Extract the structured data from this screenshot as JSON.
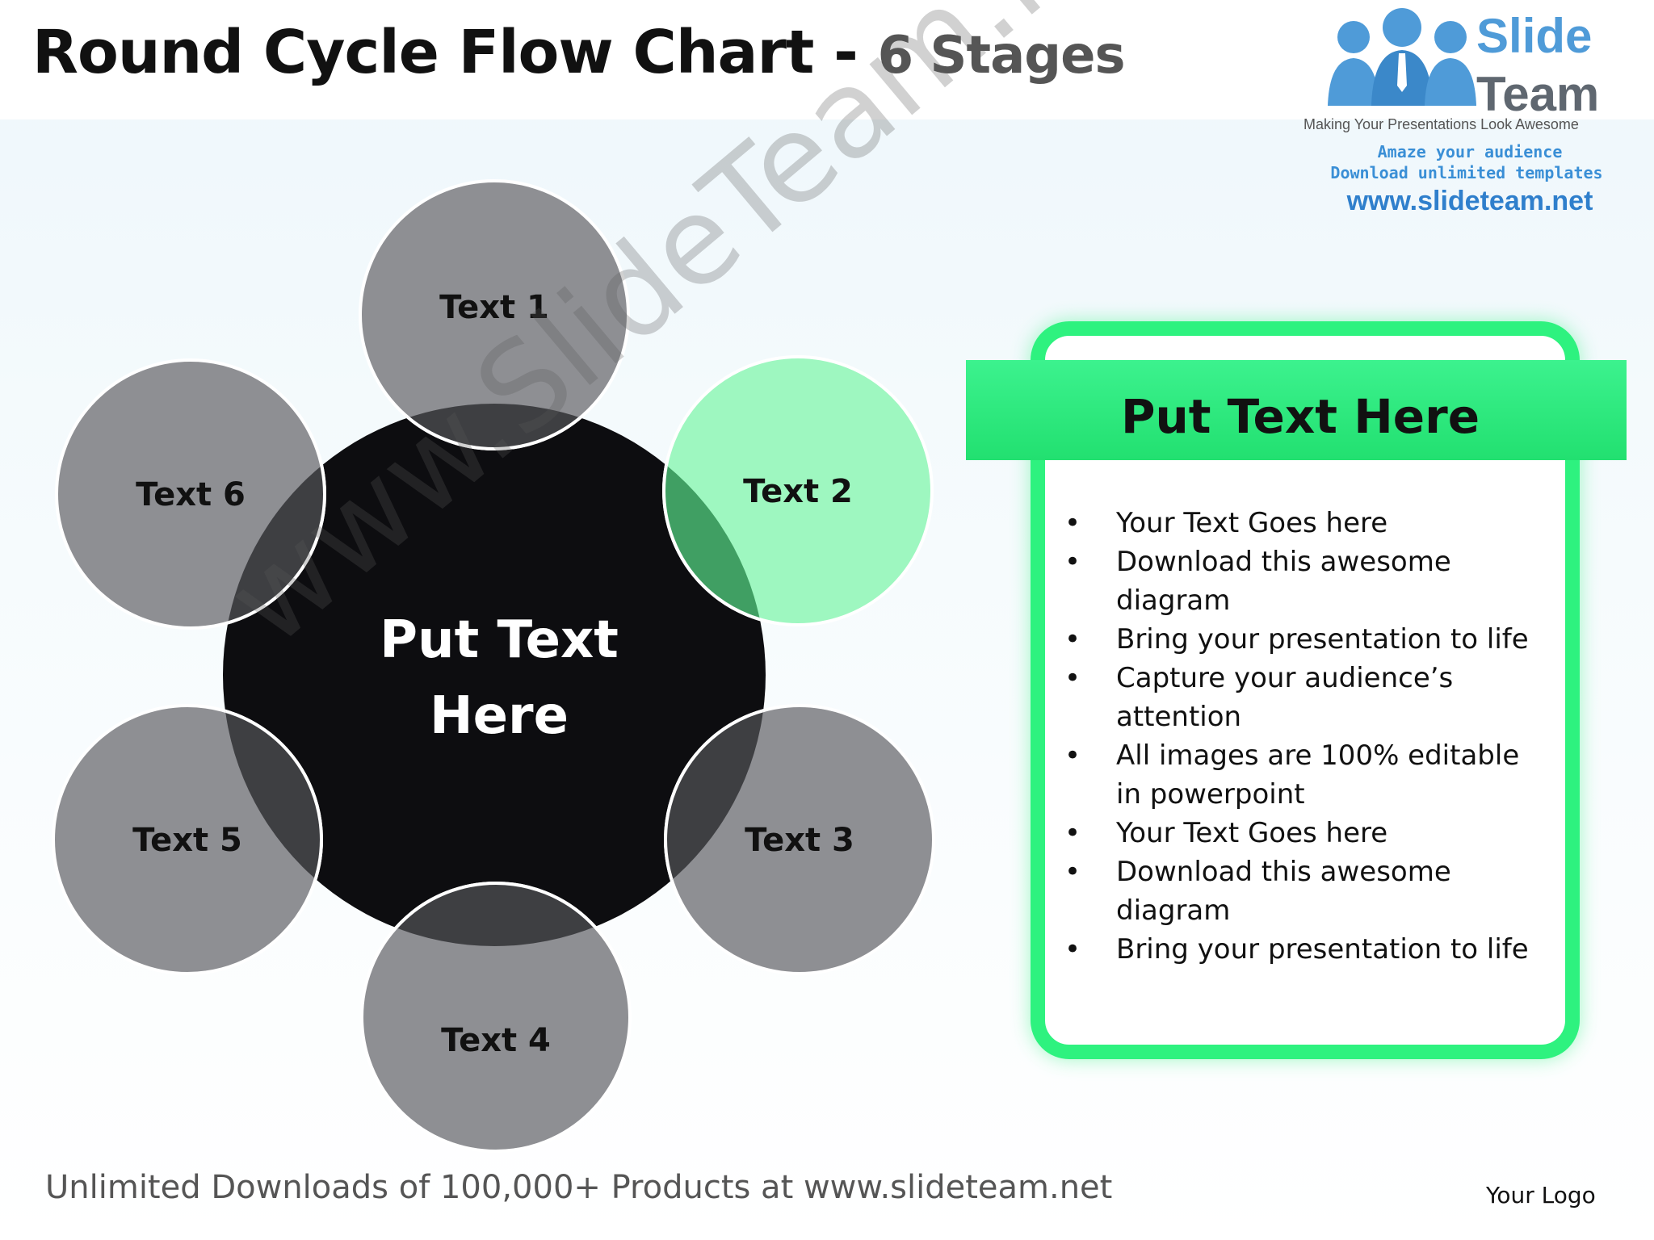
{
  "title": {
    "main": "Round Cycle Flow Chart -",
    "sub": "6 Stages"
  },
  "logo": {
    "name_top": "Slide",
    "name_bottom": "Team",
    "tagline": "Making Your Presentations Look Awesome",
    "line1": "Amaze your audience",
    "line2": "Download unlimited templates",
    "url": "www.slideteam.net"
  },
  "diagram": {
    "center": {
      "line1": "Put Text",
      "line2": "Here",
      "color": "#0d0d10"
    },
    "nodes": [
      {
        "label": "Text 1",
        "color": "#8e8f93"
      },
      {
        "label": "Text 2",
        "color": "#9ef7c0"
      },
      {
        "label": "Text 3",
        "color": "#8e8f93"
      },
      {
        "label": "Text 4",
        "color": "#8e8f93"
      },
      {
        "label": "Text 5",
        "color": "#8e8f93"
      },
      {
        "label": "Text 6",
        "color": "#8e8f93"
      }
    ]
  },
  "watermark": "www.SlideTeam.net",
  "panel": {
    "title": "Put Text Here",
    "accent_color": "#2ef27f",
    "bullets": [
      "Your Text Goes here",
      "Download this awesome diagram",
      "Bring your presentation to life",
      "Capture your audience’s attention",
      "All images are 100% editable in powerpoint",
      "Your Text Goes here",
      "Download this awesome diagram",
      "Bring your presentation to life"
    ]
  },
  "footer": "Unlimited Downloads of 100,000+ Products at www.slideteam.net",
  "your_logo": "Your Logo"
}
